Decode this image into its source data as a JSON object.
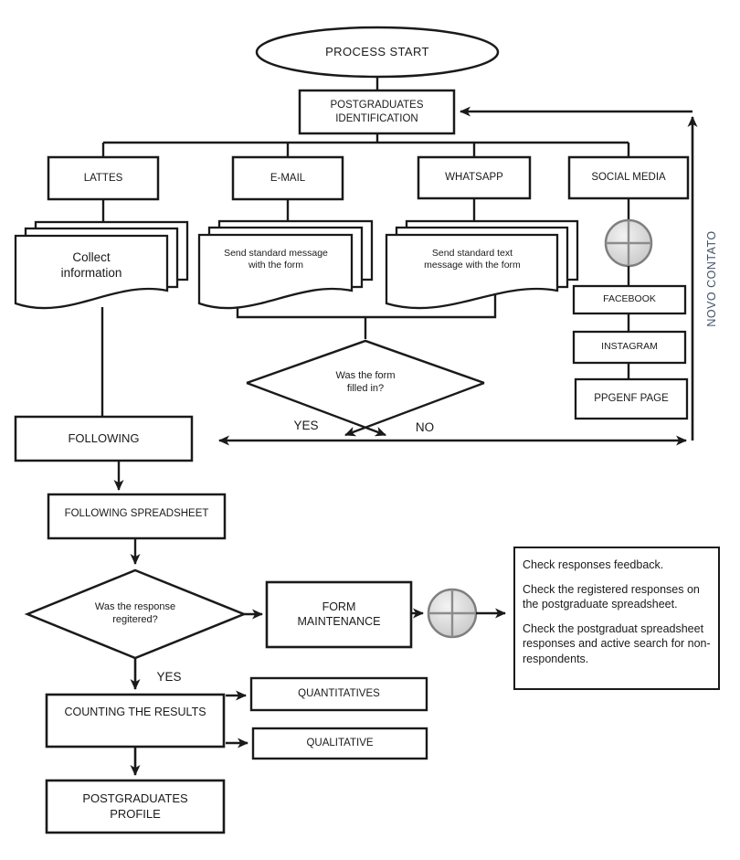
{
  "colors": {
    "ink": "#1a1a1a",
    "accent": "#44546A",
    "circle_fill": "#d9d9d9",
    "circle_stroke": "#7f7f7f"
  },
  "diagram": {
    "start": "PROCESS START",
    "identification": "POSTGRADUATES\nIDENTIFICATION",
    "channels": {
      "lattes": "LATTES",
      "email": "E-MAIL",
      "whatsapp": "WHATSAPP",
      "social": "SOCIAL MEDIA"
    },
    "documents": {
      "lattes": "Collect\ninformation",
      "email": "Send standard message\nwith the form",
      "whatsapp": "Send standard text\nmessage with the form"
    },
    "decision_form": "Was the form\nfilled in?",
    "labels": {
      "yes": "YES",
      "no": "NO",
      "yes2": "YES",
      "novo_contato": "NOVO CONTATO"
    },
    "social_pages": {
      "facebook": "FACEBOOK",
      "instagram": "INSTAGRAM",
      "ppgenf": "PPGENF PAGE"
    },
    "following": "FOLLOWING",
    "following_spreadsheet": "FOLLOWING SPREADSHEET",
    "decision_response": "Was the response\nregitered?",
    "form_maintenance": "FORM\nMAINTENANCE",
    "checks": {
      "p1": "Check responses feedback.",
      "p2": "Check the registered responses on the postgraduate spreadsheet.",
      "p3": "Check the postgraduat spreadsheet responses and active search for non-respondents."
    },
    "counting": "COUNTING THE RESULTS",
    "quantitatives": "QUANTITATIVES",
    "qualitative": "QUALITATIVE",
    "profile": "POSTGRADUATES\nPROFILE"
  }
}
